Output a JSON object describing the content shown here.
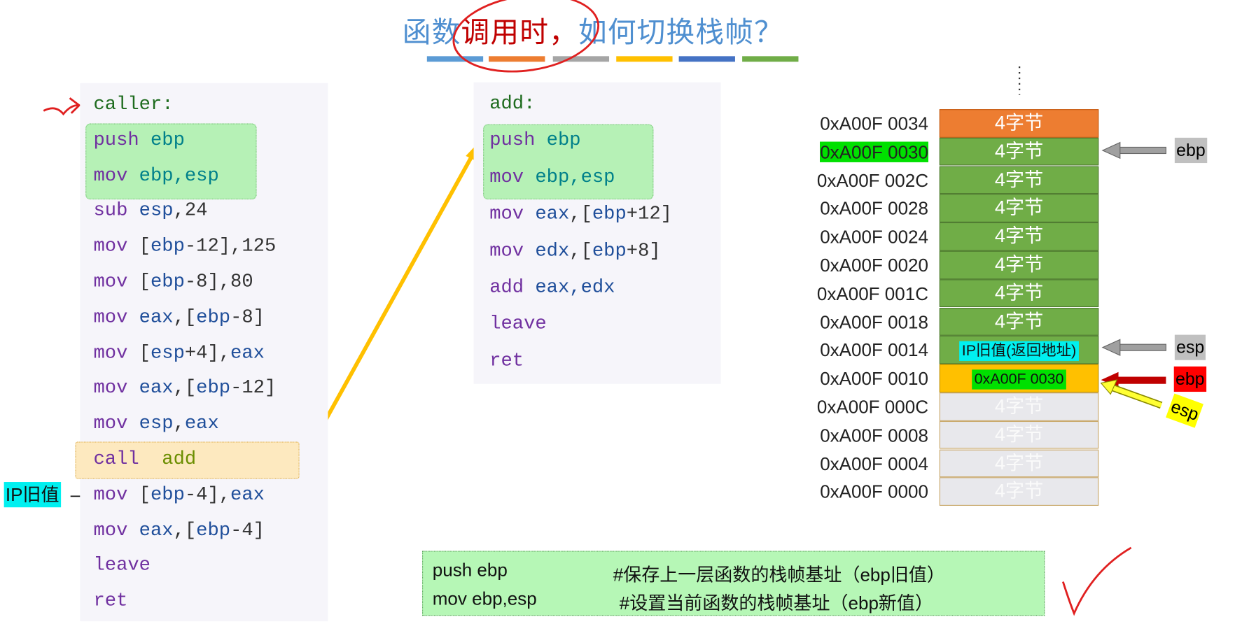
{
  "title": {
    "part1": "函数",
    "part2": "调用时，",
    "part3": "如何切换栈帧？"
  },
  "colors": {
    "bars": [
      "#5b9bd5",
      "#ed7d31",
      "#a5a5a5",
      "#ffc000",
      "#4472c4",
      "#70ad47"
    ],
    "accent_red": "#e02020"
  },
  "caller": {
    "lines": [
      [
        [
          "caller:",
          "label"
        ]
      ],
      [
        [
          "push ",
          "op"
        ],
        [
          "ebp",
          "ebp"
        ]
      ],
      [
        [
          "mov ",
          "op"
        ],
        [
          "ebp,esp",
          "ebp"
        ]
      ],
      [
        [
          "sub ",
          "op"
        ],
        [
          "esp",
          "reg"
        ],
        [
          ",24",
          "num"
        ]
      ],
      [
        [
          "mov ",
          "op"
        ],
        [
          "[",
          "num"
        ],
        [
          "ebp",
          "reg"
        ],
        [
          "-12],125",
          "num"
        ]
      ],
      [
        [
          "mov ",
          "op"
        ],
        [
          "[",
          "num"
        ],
        [
          "ebp",
          "reg"
        ],
        [
          "-8],80",
          "num"
        ]
      ],
      [
        [
          "mov ",
          "op"
        ],
        [
          "eax",
          "reg"
        ],
        [
          ",[",
          "num"
        ],
        [
          "ebp",
          "reg"
        ],
        [
          "-8]",
          "num"
        ]
      ],
      [
        [
          "mov ",
          "op"
        ],
        [
          "[",
          "num"
        ],
        [
          "esp",
          "reg"
        ],
        [
          "+4],",
          "num"
        ],
        [
          "eax",
          "reg"
        ]
      ],
      [
        [
          "mov ",
          "op"
        ],
        [
          "eax",
          "reg"
        ],
        [
          ",[",
          "num"
        ],
        [
          "ebp",
          "reg"
        ],
        [
          "-12]",
          "num"
        ]
      ],
      [
        [
          "mov ",
          "op"
        ],
        [
          "esp",
          "reg"
        ],
        [
          ",",
          "num"
        ],
        [
          "eax",
          "reg"
        ]
      ],
      [
        [
          "call  ",
          "op"
        ],
        [
          "add",
          "fn"
        ]
      ],
      [
        [
          "mov ",
          "op"
        ],
        [
          "[",
          "num"
        ],
        [
          "ebp",
          "reg"
        ],
        [
          "-4],",
          "num"
        ],
        [
          "eax",
          "reg"
        ]
      ],
      [
        [
          "mov ",
          "op"
        ],
        [
          "eax",
          "reg"
        ],
        [
          ",[",
          "num"
        ],
        [
          "ebp",
          "reg"
        ],
        [
          "-4]",
          "num"
        ]
      ],
      [
        [
          "leave",
          "op"
        ]
      ],
      [
        [
          "ret",
          "op"
        ]
      ]
    ]
  },
  "callee": {
    "lines": [
      [
        [
          "add:",
          "label"
        ]
      ],
      [
        [
          "push ",
          "op"
        ],
        [
          "ebp",
          "ebp"
        ]
      ],
      [
        [
          "mov ",
          "op"
        ],
        [
          "ebp,esp",
          "ebp"
        ]
      ],
      [
        [
          "mov ",
          "op"
        ],
        [
          "eax",
          "reg"
        ],
        [
          ",[",
          "num"
        ],
        [
          "ebp",
          "reg"
        ],
        [
          "+12]",
          "num"
        ]
      ],
      [
        [
          "mov ",
          "op"
        ],
        [
          "edx",
          "reg"
        ],
        [
          ",[",
          "num"
        ],
        [
          "ebp",
          "reg"
        ],
        [
          "+8]",
          "num"
        ]
      ],
      [
        [
          "add ",
          "op"
        ],
        [
          "eax,edx",
          "reg"
        ]
      ],
      [
        [
          "leave",
          "op"
        ]
      ],
      [
        [
          "ret",
          "op"
        ]
      ]
    ]
  },
  "ip_old_label": "IP旧值",
  "stack": {
    "ellipsis": "⋮",
    "rows": [
      {
        "addr": "0xA00F 0034",
        "content": "4字节",
        "fill": "#ed7d31"
      },
      {
        "addr": "0xA00F 0030",
        "content": "4字节",
        "fill": "#70ad47",
        "addr_highlight": "#00e000"
      },
      {
        "addr": "0xA00F 002C",
        "content": "4字节",
        "fill": "#70ad47"
      },
      {
        "addr": "0xA00F 0028",
        "content": "4字节",
        "fill": "#70ad47"
      },
      {
        "addr": "0xA00F 0024",
        "content": "4字节",
        "fill": "#70ad47"
      },
      {
        "addr": "0xA00F 0020",
        "content": "4字节",
        "fill": "#70ad47"
      },
      {
        "addr": "0xA00F 001C",
        "content": "4字节",
        "fill": "#70ad47"
      },
      {
        "addr": "0xA00F 0018",
        "content": "4字节",
        "fill": "#70ad47"
      },
      {
        "addr": "0xA00F 0014",
        "content": "IP旧值(返回地址)",
        "fill": "#70ad47",
        "content_bg": "#00f0f0",
        "content_color": "#111"
      },
      {
        "addr": "0xA00F 0010",
        "content": "0xA00F 0030",
        "fill": "#ffc000",
        "content_bg": "#00e000",
        "content_color": "#111"
      },
      {
        "addr": "0xA00F 000C",
        "content": "4字节",
        "fill": "#e8e8ec"
      },
      {
        "addr": "0xA00F 0008",
        "content": "4字节",
        "fill": "#e8e8ec"
      },
      {
        "addr": "0xA00F 0004",
        "content": "4字节",
        "fill": "#e8e8ec"
      },
      {
        "addr": "0xA00F 0000",
        "content": "4字节",
        "fill": "#e8e8ec"
      }
    ],
    "pointers": {
      "old_ebp": "ebp",
      "old_esp": "esp",
      "new_ebp": "ebp",
      "new_esp": "esp"
    }
  },
  "note": {
    "rows": [
      {
        "code": "push ebp",
        "comment": "#保存上一层函数的栈帧基址（ebp旧值）"
      },
      {
        "code": "mov ebp,esp",
        "comment": "#设置当前函数的栈帧基址（ebp新值）"
      }
    ]
  }
}
